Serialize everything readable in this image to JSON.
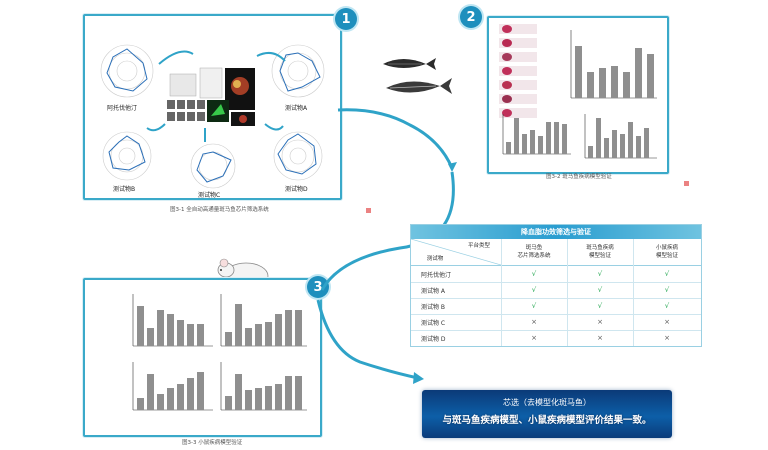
{
  "badges": [
    "1",
    "2",
    "3"
  ],
  "panel1": {
    "caption": "图3-1 全自动高通量斑马鱼芯片筛选系统",
    "radar_titles": [
      "阿托伐他汀",
      "测试物A",
      "测试物B",
      "测试物C",
      "测试物D"
    ]
  },
  "panel2": {
    "caption": "图3-2 斑马鱼疾病模型验证"
  },
  "panel3": {
    "caption": "图3-3 小鼠疾病模型验证"
  },
  "table": {
    "title": "降血脂功效筛选与验证",
    "corner_top": "平台类型",
    "corner_bottom": "测试物",
    "columns": [
      {
        "line1": "斑马鱼",
        "line2": "芯片筛选系统"
      },
      {
        "line1": "斑马鱼疾病",
        "line2": "模型验证"
      },
      {
        "line1": "小鼠疾病",
        "line2": "模型验证"
      }
    ],
    "rows": [
      {
        "name": "阿托伐他汀",
        "cells": [
          "√",
          "√",
          "√"
        ]
      },
      {
        "name": "测试物 A",
        "cells": [
          "√",
          "√",
          "√"
        ]
      },
      {
        "name": "测试物 B",
        "cells": [
          "√",
          "√",
          "√"
        ]
      },
      {
        "name": "测试物 C",
        "cells": [
          "×",
          "×",
          "×"
        ]
      },
      {
        "name": "测试物 D",
        "cells": [
          "×",
          "×",
          "×"
        ]
      }
    ],
    "colors": {
      "check": "#1aa34a",
      "cross": "#555555"
    }
  },
  "banner": {
    "line1": "芯选（去模型化斑马鱼）",
    "line2": "与斑马鱼疾病模型、小鼠疾病模型评价结果一致。"
  },
  "colors": {
    "accent": "#1e8fbd",
    "arrow": "#2fa3c8",
    "bar": "#8f8f8f"
  }
}
